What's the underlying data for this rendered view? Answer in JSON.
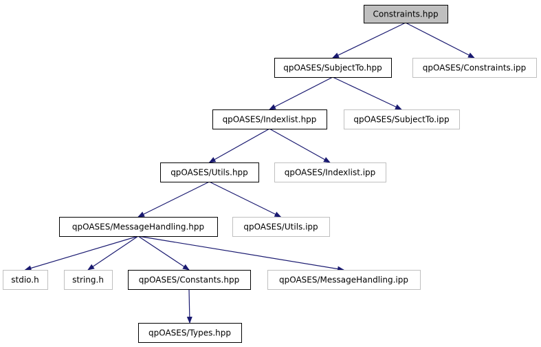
{
  "nodes": {
    "constraints_hpp": {
      "label": "Constraints.hpp",
      "style": "root"
    },
    "subjectto_hpp": {
      "label": "qpOASES/SubjectTo.hpp",
      "style": "normal"
    },
    "constraints_ipp": {
      "label": "qpOASES/Constraints.ipp",
      "style": "missing"
    },
    "indexlist_hpp": {
      "label": "qpOASES/Indexlist.hpp",
      "style": "normal"
    },
    "subjectto_ipp": {
      "label": "qpOASES/SubjectTo.ipp",
      "style": "missing"
    },
    "utils_hpp": {
      "label": "qpOASES/Utils.hpp",
      "style": "normal"
    },
    "indexlist_ipp": {
      "label": "qpOASES/Indexlist.ipp",
      "style": "missing"
    },
    "messagehandling_hpp": {
      "label": "qpOASES/MessageHandling.hpp",
      "style": "normal"
    },
    "utils_ipp": {
      "label": "qpOASES/Utils.ipp",
      "style": "missing"
    },
    "stdio_h": {
      "label": "stdio.h",
      "style": "missing"
    },
    "string_h": {
      "label": "string.h",
      "style": "missing"
    },
    "constants_hpp": {
      "label": "qpOASES/Constants.hpp",
      "style": "normal"
    },
    "messagehandling_ipp": {
      "label": "qpOASES/MessageHandling.ipp",
      "style": "missing"
    },
    "types_hpp": {
      "label": "qpOASES/Types.hpp",
      "style": "normal"
    }
  },
  "edges": [
    {
      "from": "constraints_hpp",
      "to": "subjectto_hpp"
    },
    {
      "from": "constraints_hpp",
      "to": "constraints_ipp"
    },
    {
      "from": "subjectto_hpp",
      "to": "indexlist_hpp"
    },
    {
      "from": "subjectto_hpp",
      "to": "subjectto_ipp"
    },
    {
      "from": "indexlist_hpp",
      "to": "utils_hpp"
    },
    {
      "from": "indexlist_hpp",
      "to": "indexlist_ipp"
    },
    {
      "from": "utils_hpp",
      "to": "messagehandling_hpp"
    },
    {
      "from": "utils_hpp",
      "to": "utils_ipp"
    },
    {
      "from": "messagehandling_hpp",
      "to": "stdio_h"
    },
    {
      "from": "messagehandling_hpp",
      "to": "string_h"
    },
    {
      "from": "messagehandling_hpp",
      "to": "constants_hpp"
    },
    {
      "from": "messagehandling_hpp",
      "to": "messagehandling_ipp"
    },
    {
      "from": "constants_hpp",
      "to": "types_hpp"
    }
  ],
  "colors": {
    "edge": "#191970",
    "root_fill": "#bfbfbf",
    "normal_border": "#000000",
    "missing_border": "#bfbfbf",
    "text": "#000000"
  }
}
